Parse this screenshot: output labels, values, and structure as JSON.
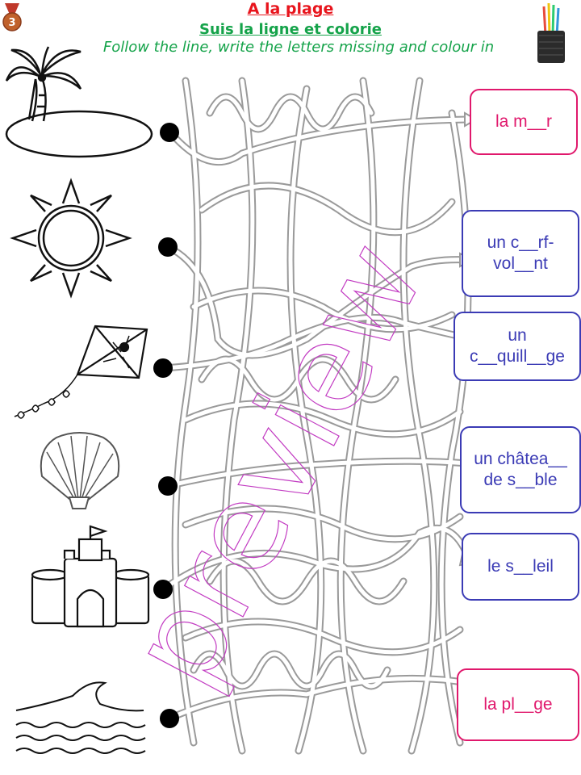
{
  "header": {
    "title": "A la plage",
    "subtitle": "Suis la ligne et colorie",
    "instruction": "Follow the line, write the letters missing and colour in"
  },
  "answers": [
    {
      "text": "la m__r",
      "color": "pink"
    },
    {
      "text": "un c__rf-vol__nt",
      "color": "blue"
    },
    {
      "text": "un c__quill__ge",
      "color": "blue"
    },
    {
      "text": "un châtea__ de s__ble",
      "color": "blue"
    },
    {
      "text": "le s__leil",
      "color": "blue"
    },
    {
      "text": "la pl__ge",
      "color": "pink"
    }
  ],
  "images": [
    "island-palm-icon",
    "sun-icon",
    "kite-icon",
    "seashell-icon",
    "sandcastle-icon",
    "waves-icon"
  ],
  "watermark": "preview",
  "colors": {
    "title": "#e8141c",
    "subtitle": "#15a34a",
    "pink": "#e0186c",
    "blue": "#3b3bb5",
    "watermark": "#c23bc2"
  }
}
